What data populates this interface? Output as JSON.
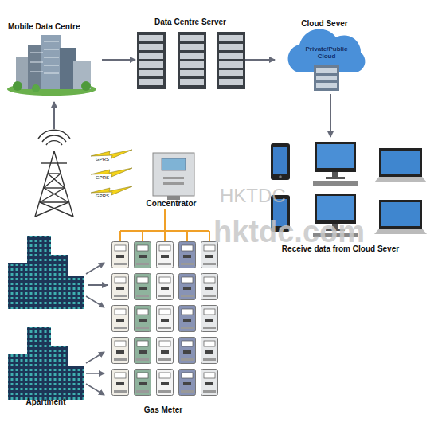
{
  "diagram": {
    "nodes": [
      {
        "text": [
          "Mobile Data Centre"
        ]
      },
      {
        "text": [
          "Data Centre Server"
        ]
      },
      {
        "text": [
          "Cloud Sever",
          "Private/Public Cloud"
        ]
      },
      {
        "text": [
          "Receive data from Cloud Sever"
        ]
      },
      {
        "text": [
          "Concentrator"
        ]
      },
      {
        "text": [
          "Gas Meter"
        ]
      },
      {
        "text": [
          "Apartment"
        ]
      }
    ],
    "edges": [
      {
        "from": 0,
        "to": 1,
        "arrow": "to"
      },
      {
        "from": 1,
        "to": 2,
        "arrow": "to"
      },
      {
        "from": 2,
        "to": 3,
        "arrow": "to"
      },
      {
        "from": 4,
        "to": 5,
        "arrow": "none"
      },
      {
        "from": 6,
        "to": 5,
        "arrow": "to"
      }
    ],
    "labels": [
      "GPRS",
      "GPRS",
      "GPRS",
      "HKTDC",
      "hktdc.com"
    ]
  }
}
